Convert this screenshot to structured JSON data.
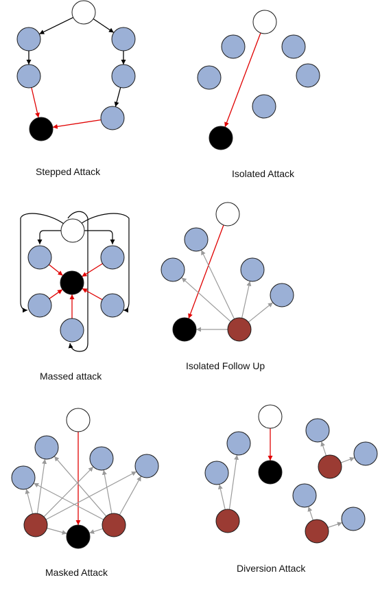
{
  "colors": {
    "blue_node": "#9bb0d6",
    "start_node": "#ffffff",
    "target_node": "#000000",
    "attacker_node": "#9b3b33",
    "node_stroke": "#1a1a1a",
    "red_edge": "#e00000",
    "black_edge": "#000000",
    "gray_edge": "#9a9a9a"
  },
  "panels": [
    {
      "id": "stepped",
      "caption": "Stepped Attack"
    },
    {
      "id": "isolated",
      "caption": "Isolated Attack"
    },
    {
      "id": "massed",
      "caption": "Massed attack"
    },
    {
      "id": "isolated-follow-up",
      "caption": "Isolated Follow Up"
    },
    {
      "id": "masked",
      "caption": "Masked Attack"
    },
    {
      "id": "diversion",
      "caption": "Diversion Attack"
    }
  ]
}
